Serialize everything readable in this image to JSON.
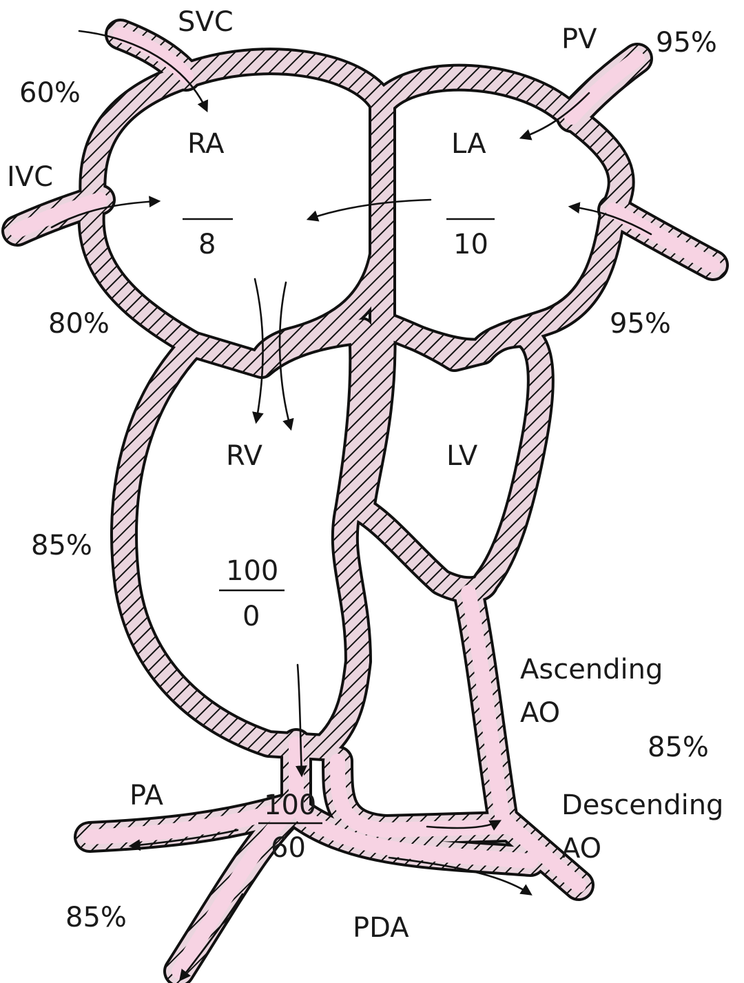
{
  "colors": {
    "blood": "#f7d3e3",
    "wall_fill": "#ead5de",
    "wall_stroke": "#111111",
    "background": "#ffffff"
  },
  "labels": {
    "svc": "SVC",
    "ivc": "IVC",
    "ra": "RA",
    "la": "LA",
    "pv": "PV",
    "rv": "RV",
    "lv": "LV",
    "pa": "PA",
    "pda": "PDA",
    "ascending_line1": "Ascending",
    "ascending_line2": "AO",
    "descending_line1": "Descending",
    "descending_line2": "AO"
  },
  "saturations": {
    "svc": "60%",
    "ivc": "80%",
    "pv_upper": "95%",
    "pv_lower": "95%",
    "rv": "85%",
    "aorta": "85%",
    "pa_branch": "85%"
  },
  "pressures": {
    "ra": {
      "systolic": "",
      "diastolic": "8"
    },
    "la": {
      "systolic": "",
      "diastolic": "10"
    },
    "rv": {
      "systolic": "100",
      "diastolic": "0"
    },
    "pa": {
      "systolic": "100",
      "diastolic": "60"
    }
  }
}
